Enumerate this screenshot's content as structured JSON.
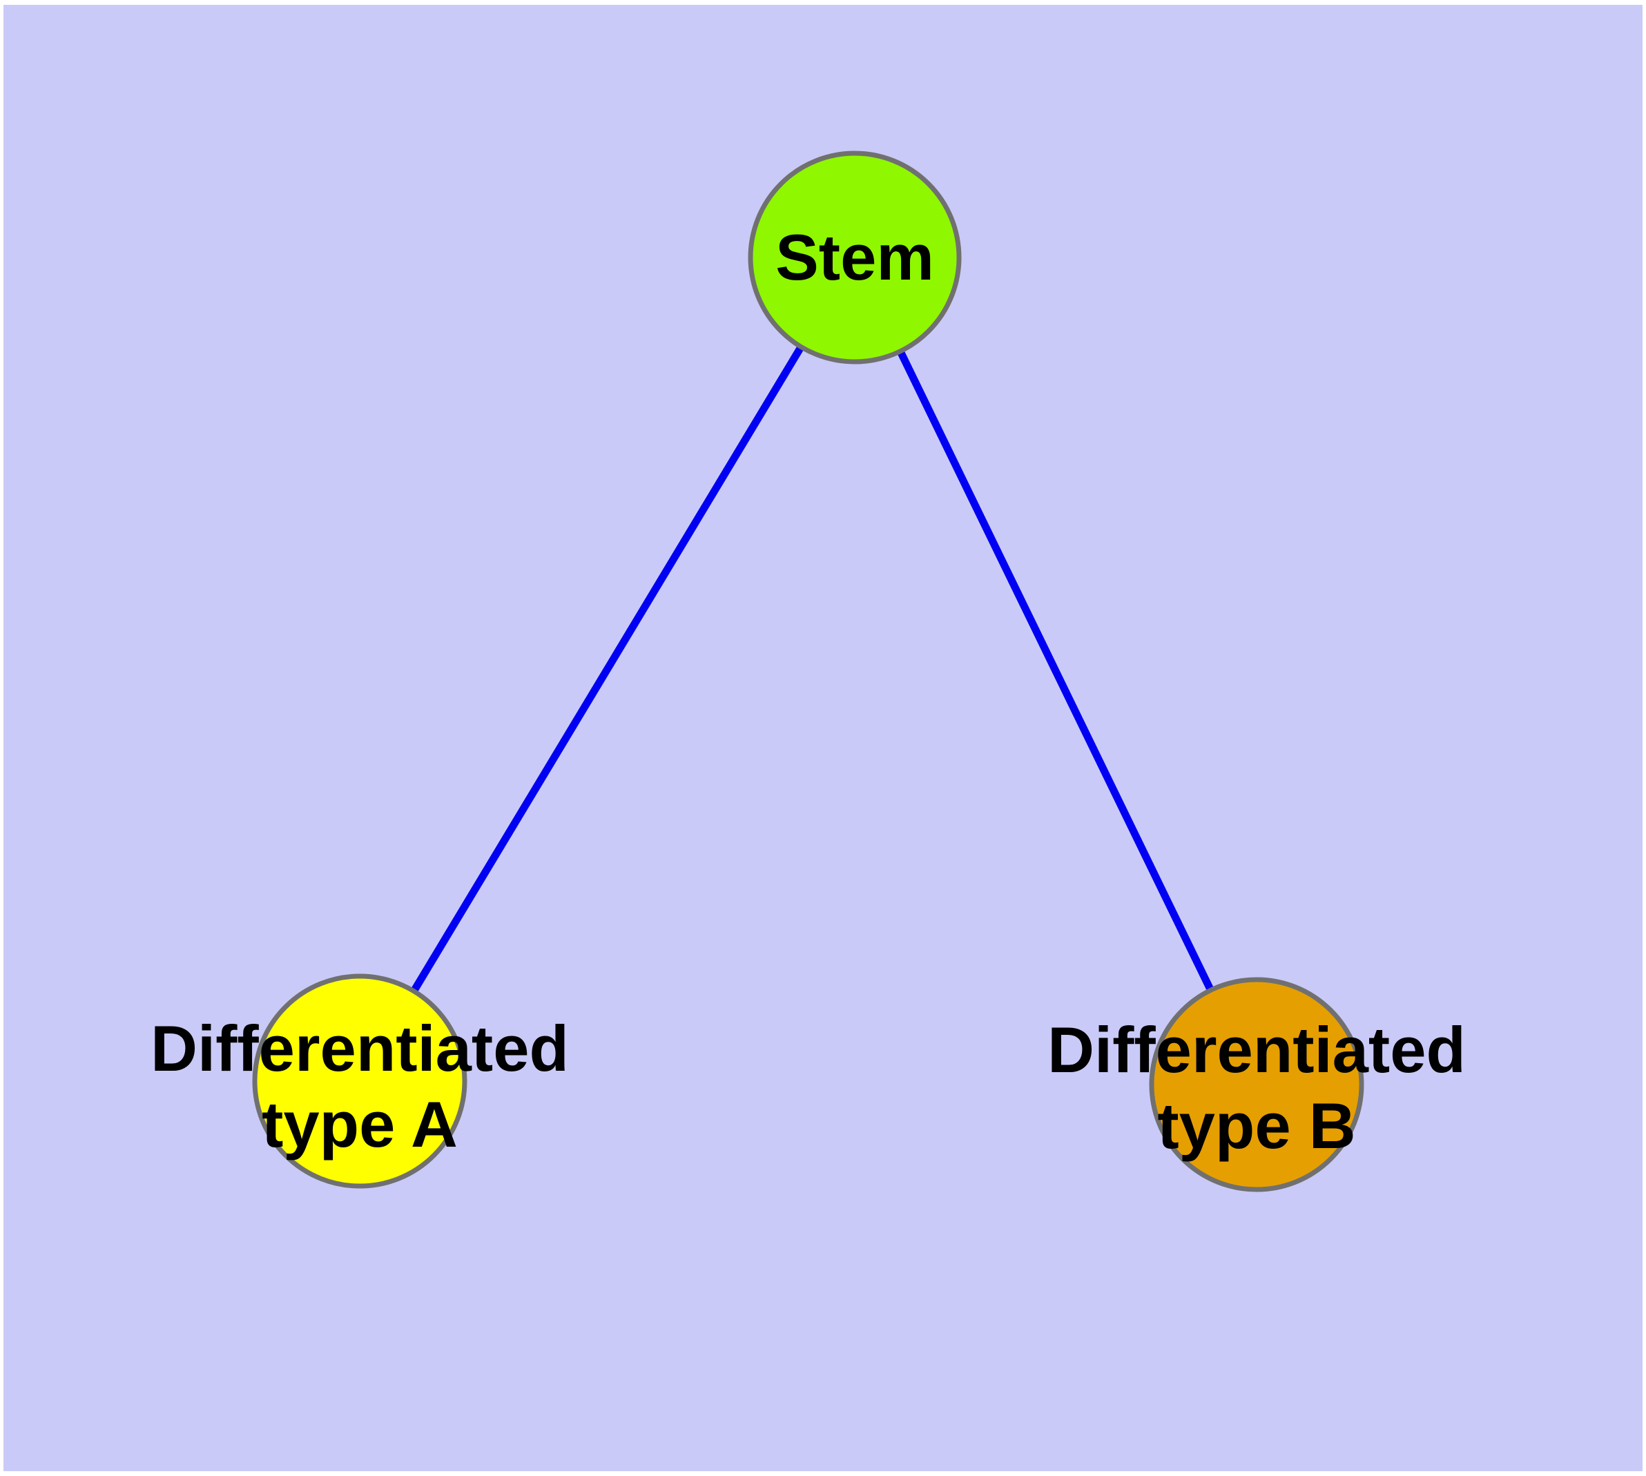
{
  "diagram": {
    "colors": {
      "frame": "#ffffff",
      "background": "#cacaf8",
      "edge": "#0000f2",
      "node_border": "#707070",
      "label": "#000000"
    },
    "nodes": [
      {
        "id": "stem",
        "label": "Stem",
        "lines": [
          "Stem"
        ],
        "fill": "#8ff700"
      },
      {
        "id": "differentiated-type-a",
        "label": "Differentiated type A",
        "lines": [
          "Differentiated",
          "type A"
        ],
        "fill": "#ffff00"
      },
      {
        "id": "differentiated-type-b",
        "label": "Differentiated type B",
        "lines": [
          "Differentiated",
          "type B"
        ],
        "fill": "#e69f00"
      }
    ],
    "edges": [
      {
        "from": "Stem",
        "to": "Differentiated type A"
      },
      {
        "from": "Stem",
        "to": "Differentiated type B"
      }
    ]
  }
}
